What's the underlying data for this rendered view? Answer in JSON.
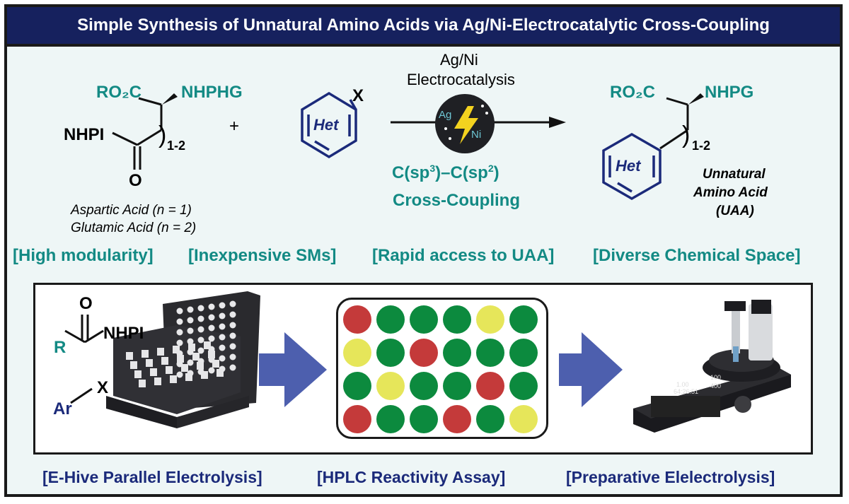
{
  "title": "Simple Synthesis of Unnatural Amino Acids via Ag/Ni-Electrocatalytic Cross-Coupling",
  "reactant1": {
    "ester": "RO₂C",
    "amine": "NHPHG",
    "nhpi": "NHPI",
    "oxygen": "O",
    "chain": ")",
    "chain_sub": "1-2",
    "caption_lines": [
      "Aspartic Acid (n = 1)",
      "Glutamic Acid (n = 2)"
    ]
  },
  "plus": "+",
  "reactant2": {
    "ring": "Het",
    "x": "X"
  },
  "conditions": {
    "line1": "Ag/Ni",
    "line2": "Electrocatalysis",
    "badge_ag": "Ag",
    "badge_ni": "Ni",
    "bond_c1": "C(sp",
    "bond_sup1": "3",
    "bond_mid": ")–C(sp",
    "bond_sup2": "2",
    "bond_end": ")",
    "type": "Cross-Coupling"
  },
  "product": {
    "ester": "RO₂C",
    "amine": "NHPG",
    "ring": "Het",
    "chain_sub": "1-2",
    "caption_lines": [
      "Unnatural",
      "Amino Acid",
      "(UAA)"
    ]
  },
  "features": [
    "[High modularity]",
    "[Inexpensive SMs]",
    "[Rapid access to UAA]",
    "[Diverse Chemical Space]"
  ],
  "workflow": {
    "r_label": "R",
    "o_label": "O",
    "nhpi_label": "NHPI",
    "ar_label": "Ar",
    "x_label": "X",
    "steps": [
      "[E-Hive Parallel Electrolysis]",
      "[HPLC Reactivity Assay]",
      "[Preparative Elelectrolysis]"
    ],
    "device_display": [
      "1.00",
      "64:26:51",
      "100",
      "400"
    ]
  },
  "colors": {
    "teal": "#138a84",
    "navy": "#1b2a7a",
    "title_bg": "#16215e",
    "arrow_blue": "#4d5fae",
    "well_red": "#c43a3a",
    "well_green": "#0c8a3e",
    "well_yellow": "#e6e65a"
  },
  "plate": {
    "wells": [
      [
        "red",
        "green",
        "green",
        "green",
        "yellow",
        "green"
      ],
      [
        "yellow",
        "green",
        "red",
        "green",
        "green",
        "green"
      ],
      [
        "green",
        "yellow",
        "green",
        "green",
        "red",
        "green"
      ],
      [
        "red",
        "green",
        "green",
        "red",
        "green",
        "yellow"
      ]
    ]
  }
}
